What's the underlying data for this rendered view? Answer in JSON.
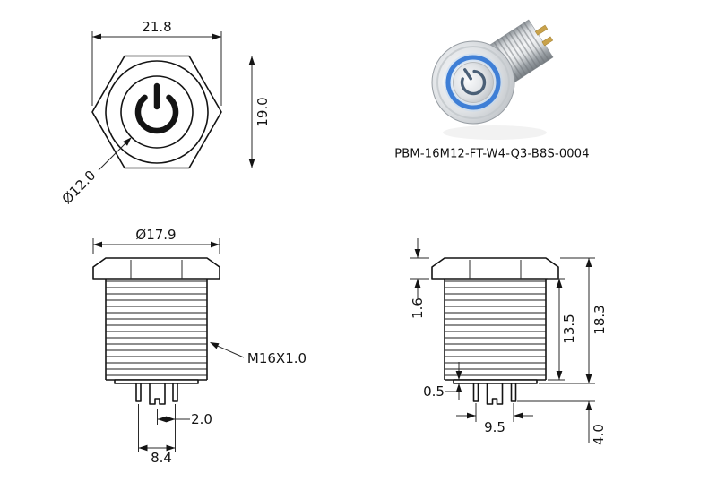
{
  "title": "Metal push button switch technical drawing",
  "photo": {
    "part_number": "PBM-16M12-FT-W4-Q3-B8S-0004",
    "led_color": "#3f7fd6",
    "pin_color": "#c9a24b"
  },
  "front_view": {
    "width_label": "21.8",
    "height_label": "19.0",
    "button_dia_label": "Ø12.0"
  },
  "side_view": {
    "head_dia_label": "Ø17.9",
    "thread_label": "M16X1.0",
    "pin_gap_label": "2.0",
    "pin_span_label": "8.4"
  },
  "profile_view": {
    "head_height_label": "1.6",
    "thread_length_label": "13.5",
    "overall_height_label": "18.3",
    "base_thickness_label": "0.5",
    "pin_spacing_label": "9.5",
    "pin_length_label": "4.0"
  }
}
